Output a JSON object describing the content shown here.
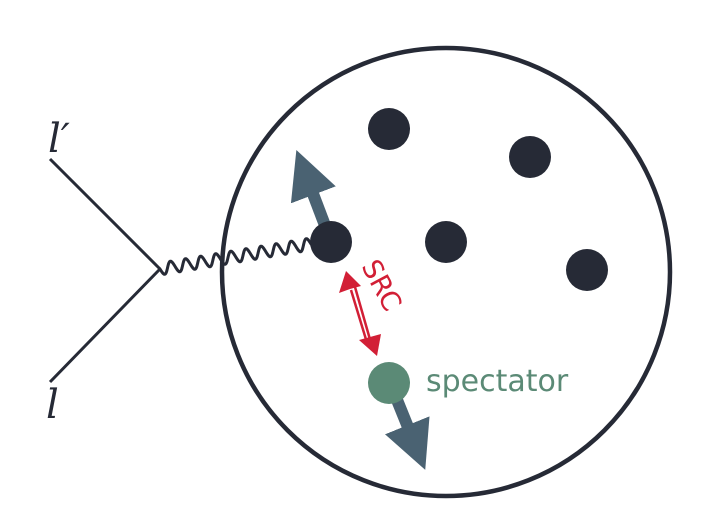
{
  "labels": {
    "incoming_lepton": "l",
    "outgoing_lepton": "l′",
    "src": "SRC",
    "spectator": "spectator"
  },
  "colors": {
    "ink": "#262a36",
    "arrow": "#4a6272",
    "src": "#d21f36",
    "spectator": "#5b8a76",
    "background": "#ffffff"
  }
}
